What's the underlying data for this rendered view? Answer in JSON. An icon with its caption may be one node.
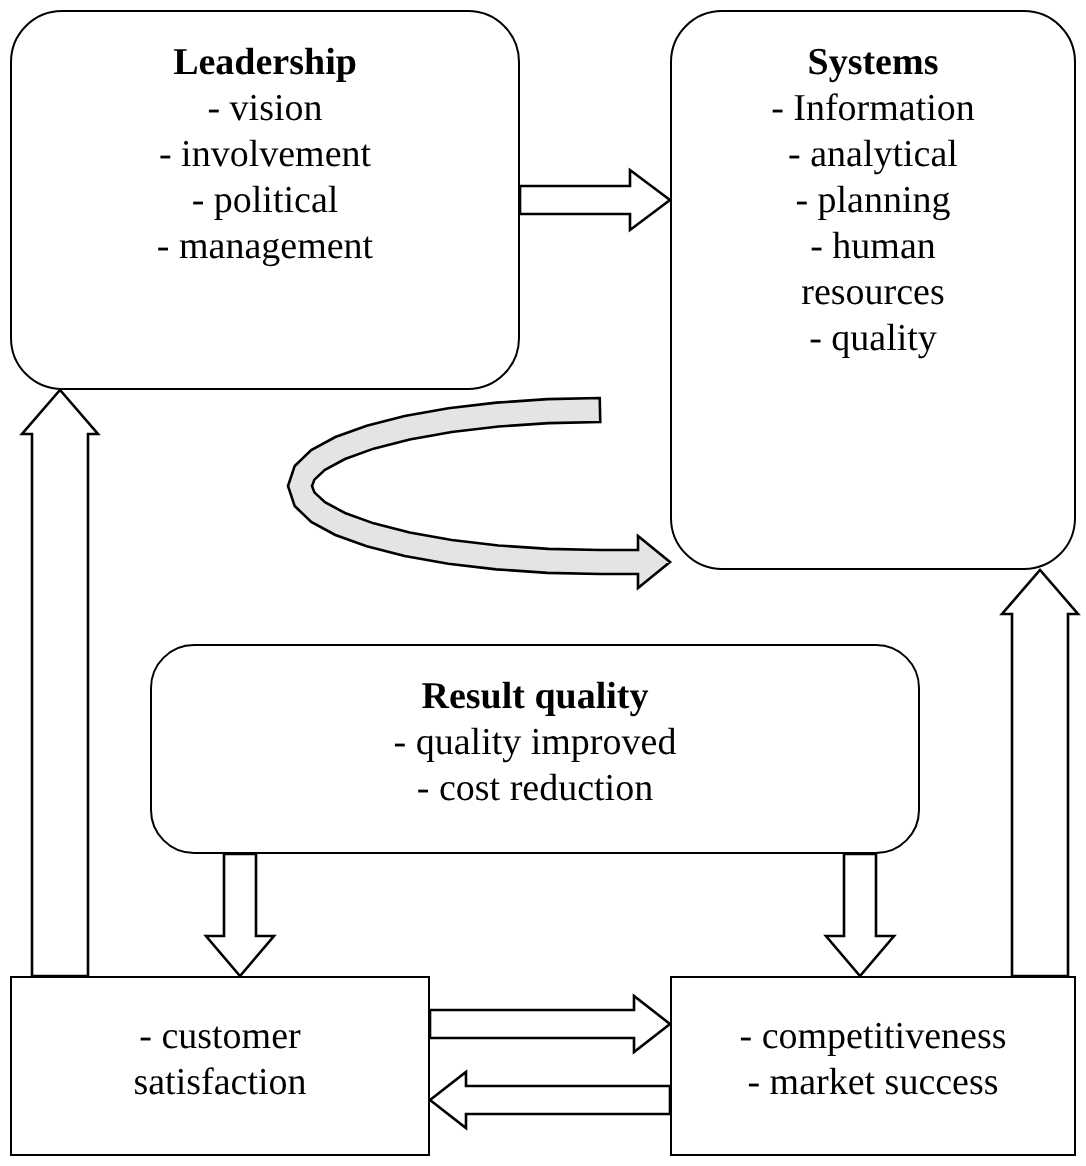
{
  "diagram": {
    "nodes": [
      {
        "text": [
          "Leadership",
          "- vision",
          "- involvement",
          "- political",
          "- management"
        ]
      },
      {
        "text": [
          "Systems",
          "- Information",
          "- analytical",
          "- planning",
          "- human resources",
          "- quality"
        ]
      },
      {
        "text": [
          "Result quality",
          "- quality improved",
          "- cost reduction"
        ]
      },
      {
        "text": [
          "- customer satisfaction"
        ]
      },
      {
        "text": [
          "- competitiveness",
          "- market success"
        ]
      }
    ],
    "edges": [
      {
        "from": 0,
        "to": 1,
        "arrow": "to"
      },
      {
        "from": null,
        "to": 1,
        "arrow": "to"
      },
      {
        "from": 2,
        "to": 3,
        "arrow": "to"
      },
      {
        "from": 2,
        "to": 4,
        "arrow": "to"
      },
      {
        "from": 3,
        "to": 0,
        "arrow": "to"
      },
      {
        "from": 4,
        "to": 1,
        "arrow": "to"
      },
      {
        "from": 3,
        "to": 4,
        "arrow": "to"
      },
      {
        "from": 4,
        "to": 3,
        "arrow": "to"
      }
    ]
  }
}
